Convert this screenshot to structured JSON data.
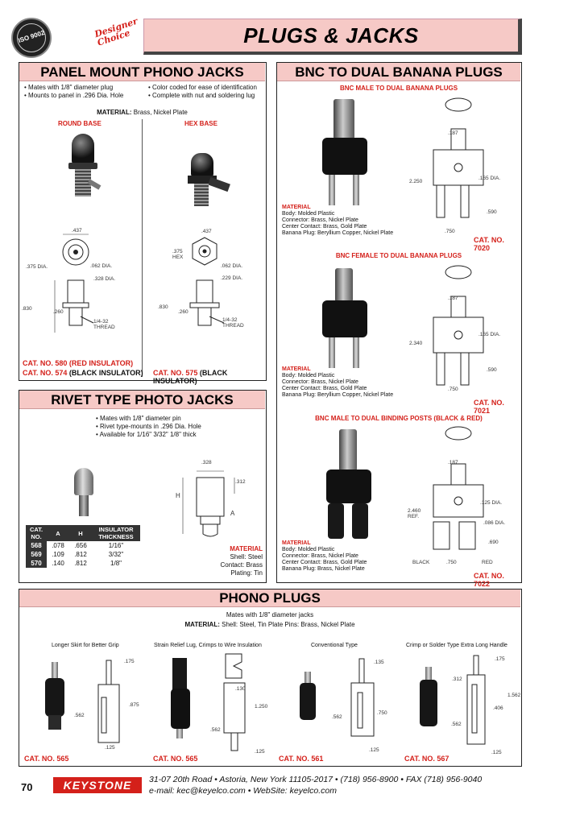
{
  "header": {
    "title": "PLUGS & JACKS",
    "iso_badge": "ISO 9002",
    "designer_logo": "Designer Choice"
  },
  "panel_mount": {
    "title": "PANEL MOUNT PHONO JACKS",
    "bullets_left": [
      "Mates with 1/8\" diameter plug",
      "Mounts to panel in .296 Dia. Hole"
    ],
    "bullets_right": [
      "Color coded for ease of identification",
      "Complete with nut and soldering lug"
    ],
    "material_label": "MATERIAL:",
    "material_text": "Brass, Nickel Plate",
    "round_base": "ROUND BASE",
    "hex_base": "HEX BASE",
    "dims_left": [
      ".437",
      ".375 DIA.",
      ".062 DIA.",
      ".328 DIA.",
      ".830",
      ".260",
      "1/4-32 THREAD"
    ],
    "dims_right": [
      ".437",
      ".375 HEX",
      ".062 DIA.",
      ".229 DIA.",
      ".830",
      ".260",
      "1/4-32 THREAD"
    ],
    "cat_left_1_label": "CAT. NO.",
    "cat_left_1_num": "580",
    "cat_left_1_tail": "(RED INSULATOR)",
    "cat_left_2_label": "CAT. NO.",
    "cat_left_2_num": "574",
    "cat_left_2_tail": "(BLACK INSULATOR)",
    "cat_right_label": "CAT. NO.",
    "cat_right_num": "575",
    "cat_right_tail": "(BLACK INSULATOR)"
  },
  "bnc": {
    "title": "BNC TO DUAL BANANA PLUGS",
    "sections": [
      {
        "subtitle": "BNC MALE TO DUAL BANANA PLUGS",
        "material": [
          "MATERIAL",
          "Body: Molded Plastic",
          "Connector: Brass, Nickel Plate",
          "Center Contact: Brass, Gold Plate",
          "Banana Plug: Beryllium Copper, Nickel Plate"
        ],
        "dims": [
          ".187",
          "2.250",
          ".165 DIA.",
          ".590",
          ".750"
        ],
        "cat_label": "CAT. NO.",
        "cat_num": "7020"
      },
      {
        "subtitle": "BNC FEMALE TO DUAL BANANA PLUGS",
        "material": [
          "MATERIAL",
          "Body: Molded Plastic",
          "Connector: Brass, Nickel Plate",
          "Center Contact: Brass, Gold Plate",
          "Banana Plug: Beryllium Copper, Nickel Plate"
        ],
        "dims": [
          ".187",
          "2.340",
          ".165 DIA.",
          ".590",
          ".750"
        ],
        "cat_label": "CAT. NO.",
        "cat_num": "7021"
      },
      {
        "subtitle": "BNC MALE TO DUAL BINDING POSTS (BLACK & RED)",
        "material": [
          "MATERIAL",
          "Body: Molded Plastic",
          "Connector: Brass, Nickel Plate",
          "Center Contact: Brass, Gold Plate",
          "Banana Plug: Brass, Nickel Plate"
        ],
        "dims": [
          ".187",
          ".125 DIA.",
          "2.460 REF.",
          ".086 DIA.",
          ".690",
          "BLACK",
          ".750",
          "RED"
        ],
        "cat_label": "CAT. NO.",
        "cat_num": "7022"
      }
    ]
  },
  "rivet": {
    "title": "RIVET TYPE PHOTO JACKS",
    "bullets": [
      "Mates with 1/8\" diameter pin",
      "Rivet type-mounts in .296 Dia. Hole",
      "Available for 1/16\" 3/32\" 1/8\" thick"
    ],
    "dims": [
      ".328",
      ".312",
      "H",
      "A"
    ],
    "table_headers": [
      "CAT. NO.",
      "A",
      "H",
      "INSULATOR THICKNESS"
    ],
    "table_rows": [
      [
        "568",
        ".078",
        ".656",
        "1/16\""
      ],
      [
        "569",
        ".109",
        ".812",
        "3/32\""
      ],
      [
        "570",
        ".140",
        ".812",
        "1/8\""
      ]
    ],
    "material": [
      "MATERIAL",
      "Shell: Steel",
      "Contact: Brass",
      "Plating: Tin"
    ]
  },
  "phono_plugs": {
    "title": "PHONO PLUGS",
    "line1": "Mates with 1/8\" diameter jacks",
    "material_label": "MATERIAL:",
    "material_text": "Shell: Steel, Tin Plate  Pins: Brass, Nickel Plate",
    "items": [
      {
        "caption": "Longer Skirt for Better Grip",
        "dims": [
          ".175",
          ".875",
          ".562",
          ".125"
        ],
        "cat_label": "CAT. NO.",
        "cat_num": "565"
      },
      {
        "caption": "Strain Relief Lug, Crimps to Wire Insulation",
        "dims": [
          ".130",
          "1.250",
          ".562",
          ".125"
        ],
        "cat_label": "CAT. NO.",
        "cat_num": "565"
      },
      {
        "caption": "Conventional Type",
        "dims": [
          ".135",
          ".750",
          ".562",
          ".125"
        ],
        "cat_label": "CAT. NO.",
        "cat_num": "561"
      },
      {
        "caption": "Crimp or Solder Type Extra Long Handle",
        "dims": [
          ".175",
          ".312",
          ".406",
          "1.562",
          ".562",
          ".125"
        ],
        "cat_label": "CAT. NO.",
        "cat_num": "567"
      }
    ]
  },
  "footer": {
    "page": "70",
    "brand": "KEYSTONE",
    "address": "31-07 20th Road • Astoria, New York 11105-2017 • (718) 956-8900 • FAX (718) 956-9040",
    "contact": "e-mail: kec@keyelco.com • WebSite: keyelco.com"
  }
}
